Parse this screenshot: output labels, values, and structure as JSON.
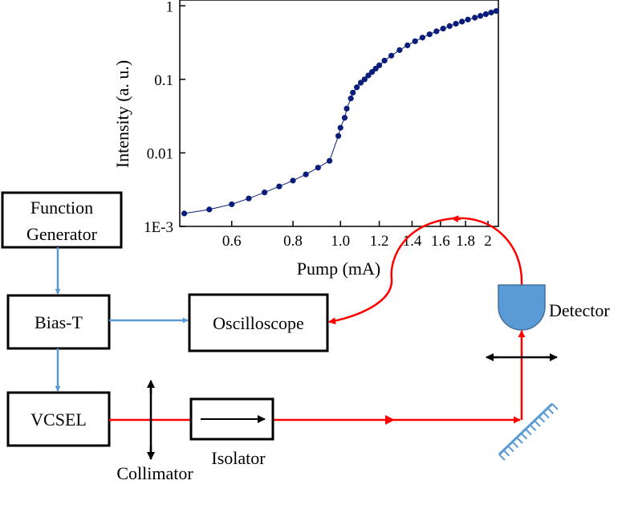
{
  "diagram": {
    "blocks": {
      "function_generator": [
        "Function",
        "Generator"
      ],
      "bias_t": "Bias-T",
      "vcsel": "VCSEL",
      "oscilloscope": "Oscilloscope"
    },
    "labels": {
      "collimator": "Collimator",
      "isolator": "Isolator",
      "detector": "Detector"
    },
    "colors": {
      "electrical": "#5b9bd5",
      "optical": "#ff0000",
      "outline": "#000000",
      "detector_fill": "#5b9bd5",
      "mirror": "#5b9bd5"
    }
  },
  "chart_data": {
    "type": "scatter",
    "xlabel": "Pump (mA)",
    "ylabel": "Intensity (a. u.)",
    "x_scale": "log",
    "y_scale": "log",
    "xlim": [
      0.47,
      2.1
    ],
    "ylim": [
      0.001,
      1.2
    ],
    "x_ticks": [
      {
        "value": 0.6,
        "label": "0.6"
      },
      {
        "value": 0.8,
        "label": "0.8"
      },
      {
        "value": 1.0,
        "label": "1.0"
      },
      {
        "value": 1.2,
        "label": "1.2"
      },
      {
        "value": 1.4,
        "label": "1.4"
      },
      {
        "value": 1.6,
        "label": "1.6"
      },
      {
        "value": 1.8,
        "label": "1.8"
      },
      {
        "value": 2.0,
        "label": "2"
      }
    ],
    "y_ticks": [
      {
        "value": 0.001,
        "label": "1E-3"
      },
      {
        "value": 0.01,
        "label": "0.01"
      },
      {
        "value": 0.1,
        "label": "0.1"
      },
      {
        "value": 1,
        "label": "1"
      }
    ],
    "grid": false,
    "marker_color": "#0a1d7a",
    "x": [
      0.48,
      0.54,
      0.6,
      0.65,
      0.7,
      0.75,
      0.8,
      0.85,
      0.9,
      0.95,
      0.99,
      1.0,
      1.02,
      1.03,
      1.05,
      1.06,
      1.08,
      1.1,
      1.12,
      1.14,
      1.16,
      1.18,
      1.2,
      1.23,
      1.27,
      1.32,
      1.37,
      1.42,
      1.47,
      1.52,
      1.57,
      1.62,
      1.67,
      1.72,
      1.77,
      1.82,
      1.88,
      1.93,
      1.98,
      2.03,
      2.08
    ],
    "y": [
      0.0015,
      0.0017,
      0.002,
      0.0024,
      0.0029,
      0.0035,
      0.0042,
      0.0051,
      0.0063,
      0.0078,
      0.017,
      0.022,
      0.03,
      0.04,
      0.055,
      0.066,
      0.078,
      0.09,
      0.1,
      0.113,
      0.126,
      0.14,
      0.155,
      0.18,
      0.21,
      0.25,
      0.29,
      0.33,
      0.37,
      0.41,
      0.45,
      0.49,
      0.53,
      0.57,
      0.61,
      0.65,
      0.69,
      0.73,
      0.77,
      0.81,
      0.85
    ]
  }
}
